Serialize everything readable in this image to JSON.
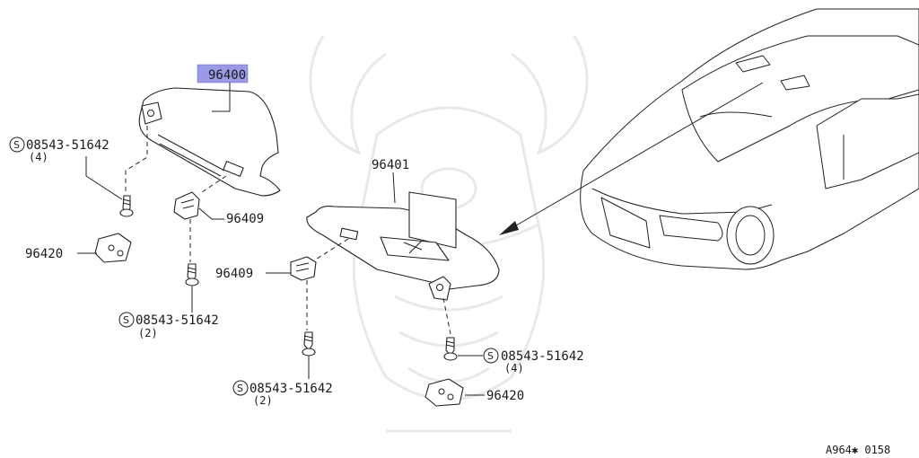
{
  "diagram": {
    "code": "A964✱ 0158",
    "highlight_color": "#9a9ae6",
    "callouts": [
      {
        "id": "visor-right",
        "part": "96400"
      },
      {
        "id": "visor-left",
        "part": "96401"
      },
      {
        "id": "holder-top",
        "part": "96409"
      },
      {
        "id": "holder-mid",
        "part": "96409"
      },
      {
        "id": "clip-left",
        "part": "96420"
      },
      {
        "id": "clip-right",
        "part": "96420"
      }
    ],
    "screws": [
      {
        "id": "screw-a",
        "symbol": "S",
        "part": "08543-51642",
        "qty": "(4)"
      },
      {
        "id": "screw-b",
        "symbol": "S",
        "part": "08543-51642",
        "qty": "(2)"
      },
      {
        "id": "screw-c",
        "symbol": "S",
        "part": "08543-51642",
        "qty": "(2)"
      },
      {
        "id": "screw-d",
        "symbol": "S",
        "part": "08543-51642",
        "qty": "(4)"
      }
    ]
  }
}
